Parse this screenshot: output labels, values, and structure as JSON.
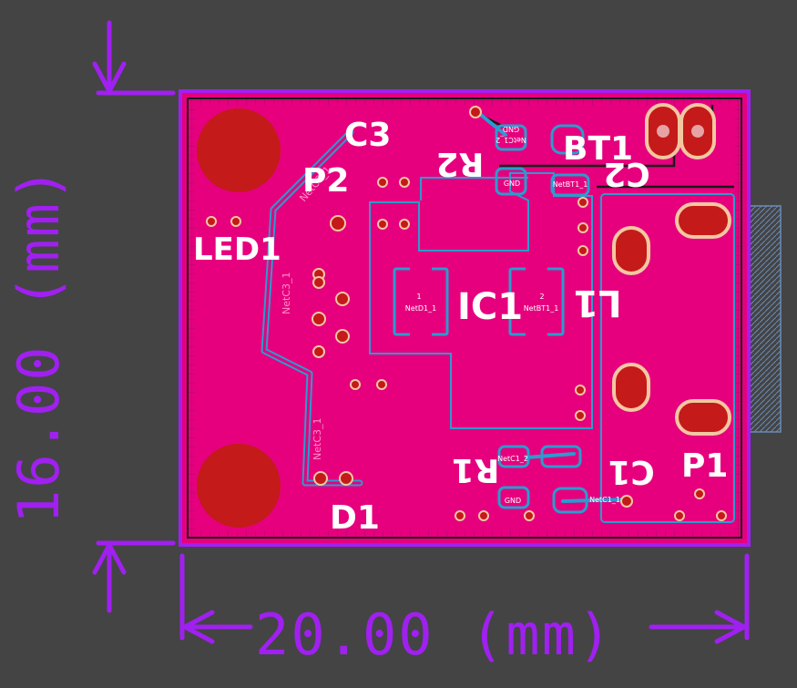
{
  "colors": {
    "background": "#444444",
    "board": "#e6007e",
    "outline": "#a020f0",
    "trace": "#2a9ccf",
    "pad": "#c41a1a",
    "silkscreen": "#ffffff"
  },
  "dimensions": {
    "width_label": "20.00 (mm)",
    "height_label": "16.00 (mm)"
  },
  "designators": {
    "c3": "C3",
    "p2": "P2",
    "led1": "LED1",
    "r2": "R2",
    "bt1": "BT1",
    "c2": "C2",
    "ic1": "IC1",
    "l1": "L1",
    "r1": "R1",
    "c1": "C1",
    "p1": "P1",
    "d1": "D1"
  },
  "nets": {
    "netc3_top": "NetC3_1",
    "netc3_mid": "NetC3_1",
    "netc3_bottom": "NetC3_1",
    "ic1_pad_num": "1",
    "ic1_pad_net": "NetD1_1",
    "l1_pad_num": "2",
    "l1_pad_net": "NetBT1_1",
    "r2_top_pad_net": "NetC1_2",
    "r2_top_pad_gnd": "GND",
    "r2_pad_gnd": "GND",
    "c2_pad_net": "NetBT1_1",
    "r1_pad_net": "NetC1_2",
    "r1_gnd": "GND",
    "c1_pad_net": "NetC1_1"
  },
  "icons": {
    "mounting_holes": "mounting-hole-icon",
    "usb_connector": "usb-connector-icon"
  }
}
